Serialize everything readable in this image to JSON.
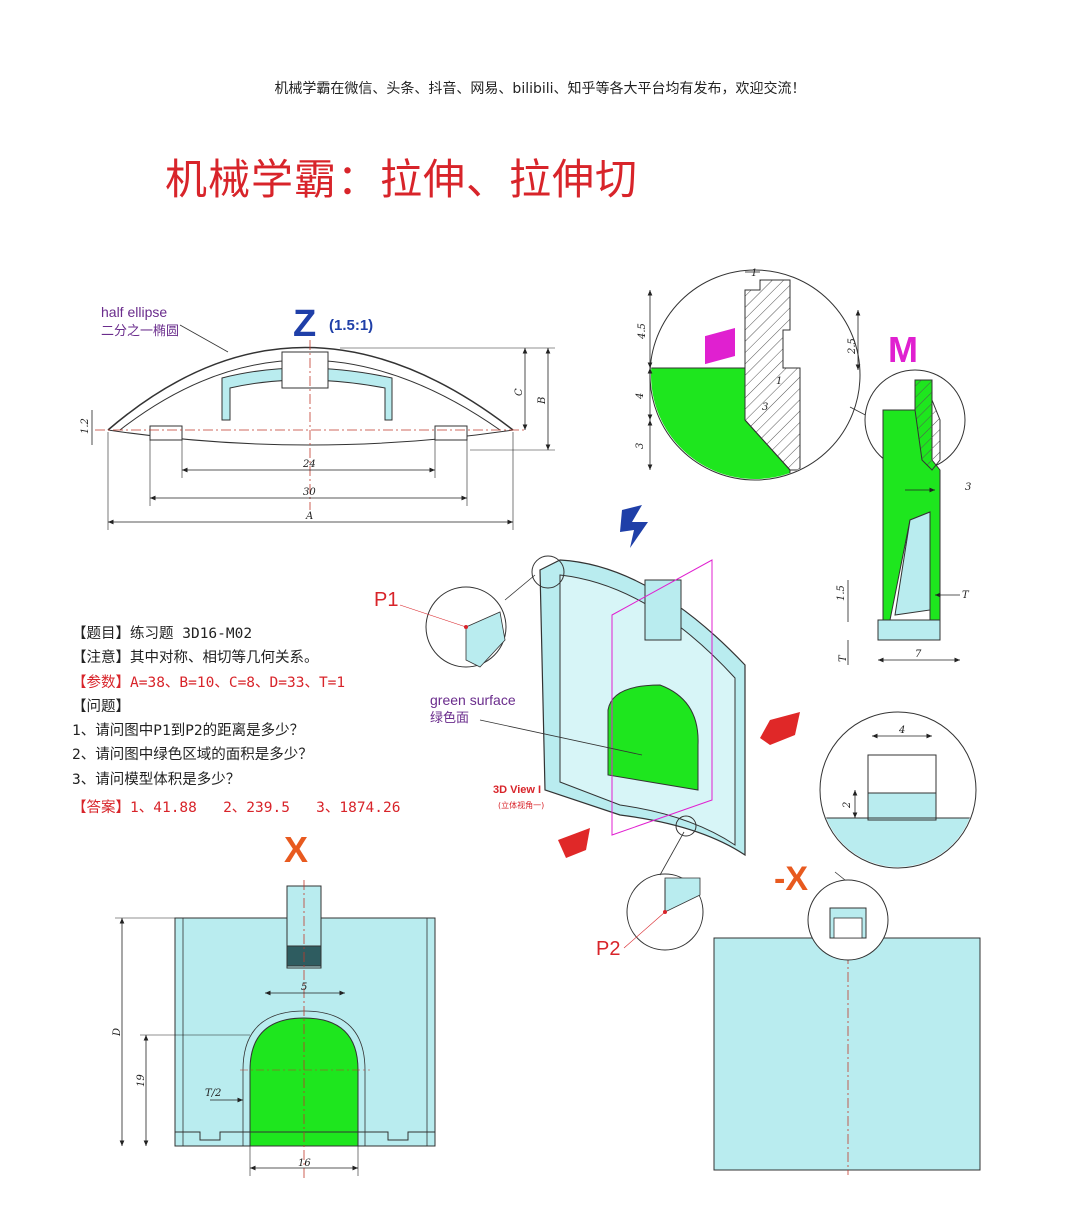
{
  "header": {
    "text": "机械学霸在微信、头条、抖音、网易、bilibili、知乎等各大平台均有发布，欢迎交流！"
  },
  "title": "机械学霸：拉伸、拉伸切",
  "views": {
    "z": {
      "label": "Z",
      "scale": "(1.5:1)"
    },
    "m": {
      "label": "M"
    },
    "x": {
      "label": "X"
    },
    "neg_x": {
      "label": "-X"
    },
    "view3d": {
      "label": "3D View I",
      "sub": "(立体视角一)"
    }
  },
  "annotations": {
    "half_ellipse_en": "half ellipse",
    "half_ellipse_cn": "二分之一椭圆",
    "green_surface_en": "green surface",
    "green_surface_cn": "绿色面",
    "p1": "P1",
    "p2": "P2"
  },
  "dims": {
    "z_12": "1.2",
    "z_24": "24",
    "z_30": "30",
    "z_A": "A",
    "z_B": "B",
    "z_C": "C",
    "d_1a": "1",
    "d_45": "4.5",
    "d_25": "2.5",
    "d_4": "4",
    "d_3": "3",
    "d_1b": "1",
    "d_3b": "3",
    "m_3": "3",
    "m_15": "1.5",
    "m_T": "T",
    "m_T2": "T",
    "m_7": "7",
    "x_5": "5",
    "x_D": "D",
    "x_19": "19",
    "x_T2": "T/2",
    "x_16": "16",
    "nx_4": "4",
    "nx_2": "2"
  },
  "problem": {
    "topic_tag": "【题目】",
    "topic": "练习题 3D16-M02",
    "note_tag": "【注意】",
    "note": "其中对称、相切等几何关系。",
    "params_tag": "【参数】",
    "params": "A=38、B=10、C=8、D=33、T=1",
    "question_tag": "【问题】",
    "q1": "1、请问图中P1到P2的距离是多少？",
    "q2": "2、请问图中绿色区域的面积是多少？",
    "q3": "3、请问模型体积是多少？",
    "answer_tag": "【答案】",
    "answers": "1、41.88   2、239.5   3、1874.26"
  },
  "colors": {
    "accent": "#d8242a",
    "part": "#b9ecef",
    "green": "#1ee61e",
    "outline": "#333333",
    "magenta": "#e020d0",
    "navy": "#1f3fa8"
  }
}
